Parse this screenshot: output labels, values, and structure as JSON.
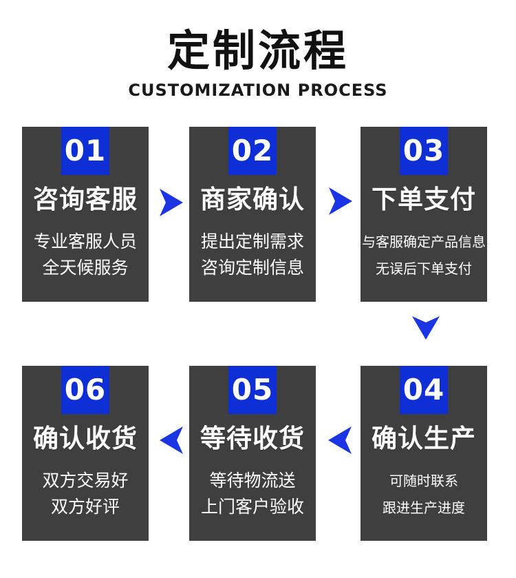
{
  "header": {
    "title": "定制流程",
    "subtitle": "CUSTOMIZATION PROCESS"
  },
  "steps": [
    {
      "number": "01",
      "title": "咨询客服",
      "desc1": "专业客服人员",
      "desc2": "全天候服务"
    },
    {
      "number": "02",
      "title": "商家确认",
      "desc1": "提出定制需求",
      "desc2": "咨询定制信息"
    },
    {
      "number": "03",
      "title": "下单支付",
      "desc1": "与客服确定产品信息",
      "desc2": "无误后下单支付"
    },
    {
      "number": "04",
      "title": "确认生产",
      "desc1": "可随时联系",
      "desc2": "跟进生产进度"
    },
    {
      "number": "05",
      "title": "等待收货",
      "desc1": "等待物流送",
      "desc2": "上门客户验收"
    },
    {
      "number": "06",
      "title": "确认收货",
      "desc1": "双方交易好",
      "desc2": "双方好评"
    }
  ],
  "icons": {
    "flow_arrows": [
      "arrow-right-icon",
      "arrow-right-icon",
      "arrow-down-icon",
      "arrow-left-icon",
      "arrow-left-icon"
    ]
  },
  "colors": {
    "card_bg": "#3f3f3f",
    "badge_blue": "#0e2fd6",
    "arrow_blue": "#1b35e4",
    "title_text": "#111111",
    "card_text": "#ffffff",
    "page_bg": "#ffffff"
  }
}
